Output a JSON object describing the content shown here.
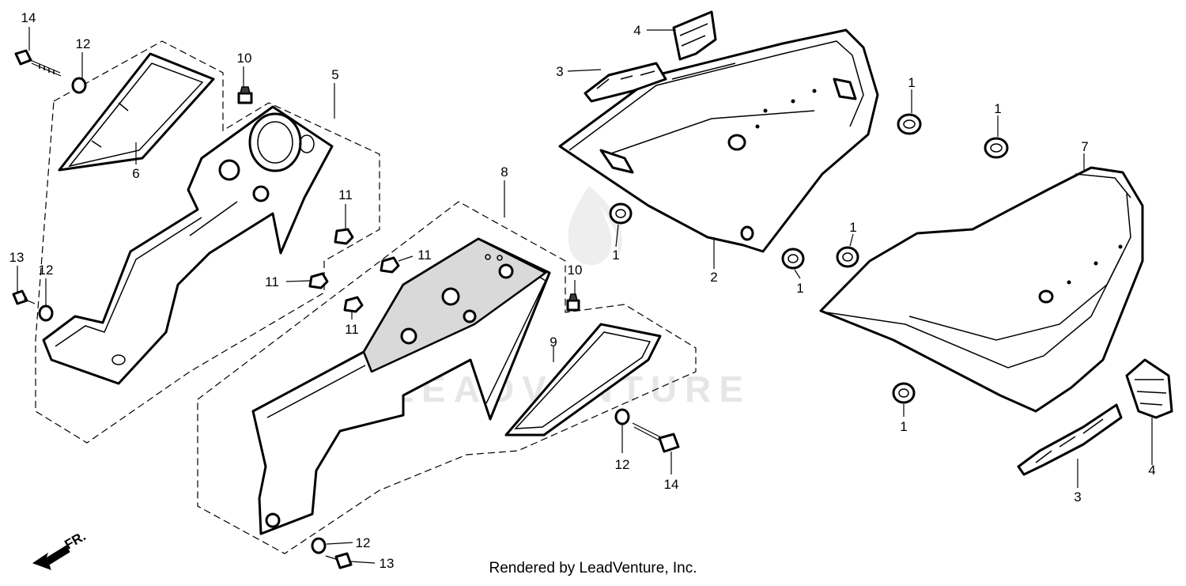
{
  "diagram": {
    "callouts": {
      "c1a": "1",
      "c1b": "1",
      "c1c": "1",
      "c1d": "1",
      "c1e": "1",
      "c1f": "1",
      "c2": "2",
      "c3a": "3",
      "c3b": "3",
      "c4a": "4",
      "c4b": "4",
      "c5": "5",
      "c6": "6",
      "c7": "7",
      "c8": "8",
      "c9": "9",
      "c10a": "10",
      "c10b": "10",
      "c11a": "11",
      "c11b": "11",
      "c11c": "11",
      "c11d": "11",
      "c12a": "12",
      "c12b": "12",
      "c12c": "12",
      "c12d": "12",
      "c13a": "13",
      "c13b": "13",
      "c14a": "14",
      "c14b": "14"
    },
    "direction_label": "FR.",
    "watermark": "LEADVENTURE",
    "footer": "Rendered by LeadVenture, Inc."
  }
}
